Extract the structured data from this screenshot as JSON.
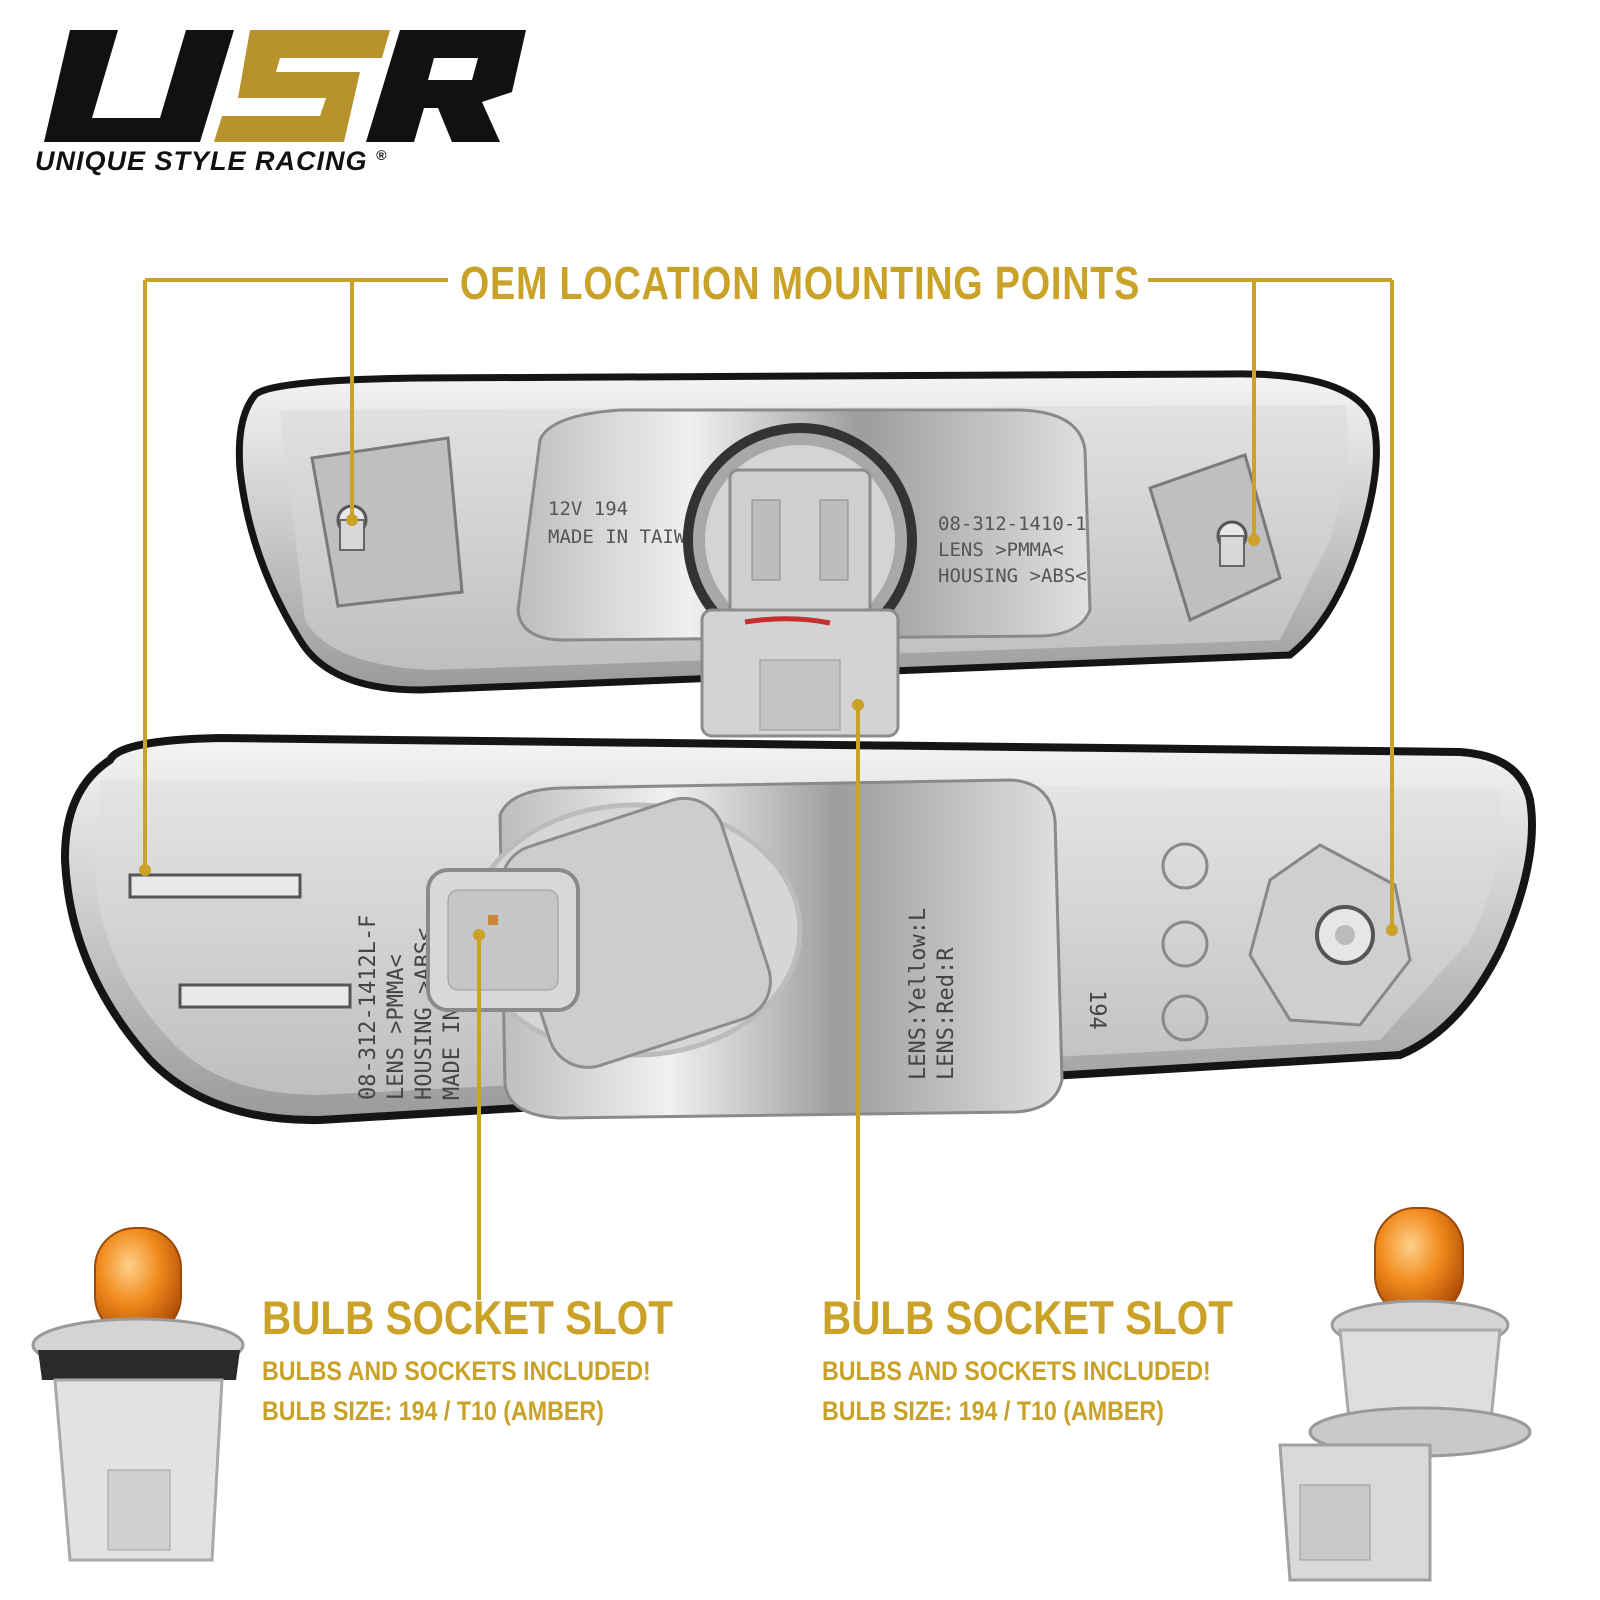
{
  "brand": {
    "logo_text": "USR",
    "name": "UNIQUE STYLE RACING",
    "registered_mark": "®"
  },
  "heading": "OEM LOCATION MOUNTING POINTS",
  "left_slot": {
    "title": "BULB SOCKET SLOT",
    "line1": "BULBS AND SOCKETS INCLUDED!",
    "line2": "BULB SIZE: 194 / T10 (AMBER)"
  },
  "right_slot": {
    "title": "BULB SOCKET SLOT",
    "line1": "BULBS AND SOCKETS INCLUDED!",
    "line2": "BULB SIZE: 194 / T10 (AMBER)"
  },
  "top_lamp_markings": {
    "a": "12V 194",
    "b": "MADE IN TAIWAN",
    "c": "08-312-1410-1",
    "d": "LENS >PMMA<",
    "e": "HOUSING >ABS<"
  },
  "bottom_lamp_markings": {
    "a": "08-312-1412L-F",
    "b": "LENS >PMMA<",
    "c": "HOUSING >ABS<",
    "d": "MADE IN TAIWAN",
    "e": "LENS:Yellow:L",
    "f": "LENS:Red:R",
    "g": "194"
  },
  "colors": {
    "accent_gold": "#c9a227",
    "logo_black": "#111111",
    "bulb_amber": "#e8780c",
    "socket_gray": "#d6d6d6"
  }
}
